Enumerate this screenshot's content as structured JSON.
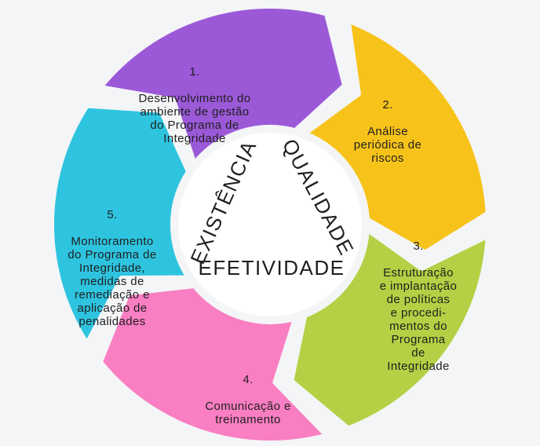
{
  "cycle": {
    "segments": [
      {
        "number": "1.",
        "text": "Desenvolvimento do\nambiente de gestão\ndo Programa de\nIntegridade",
        "color": "#9b59d8"
      },
      {
        "number": "2.",
        "text": "Análise\nperiódica de\nriscos",
        "color": "#f7c31a"
      },
      {
        "number": "3.",
        "text": "Estruturação\ne implantação\nde políticas\ne procedi-\nmentos do\nPrograma\nde\nIntegridade",
        "color": "#b4d044"
      },
      {
        "number": "4.",
        "text": "Comunicação e\ntreinamento",
        "color": "#f97ec2"
      },
      {
        "number": "5.",
        "text": "Monitoramento\ndo Programa de\nIntegridade,\nmedidas de\nremediação e\naplicação de\npenalidades",
        "color": "#2ec4e0"
      }
    ]
  },
  "center": {
    "left_word": "EXISTÊNCIA",
    "right_word": "QUALIDADE",
    "bottom_word": "EFETIVIDADE",
    "fill": "#ffffff",
    "ring_color": "#f4f5f7"
  }
}
